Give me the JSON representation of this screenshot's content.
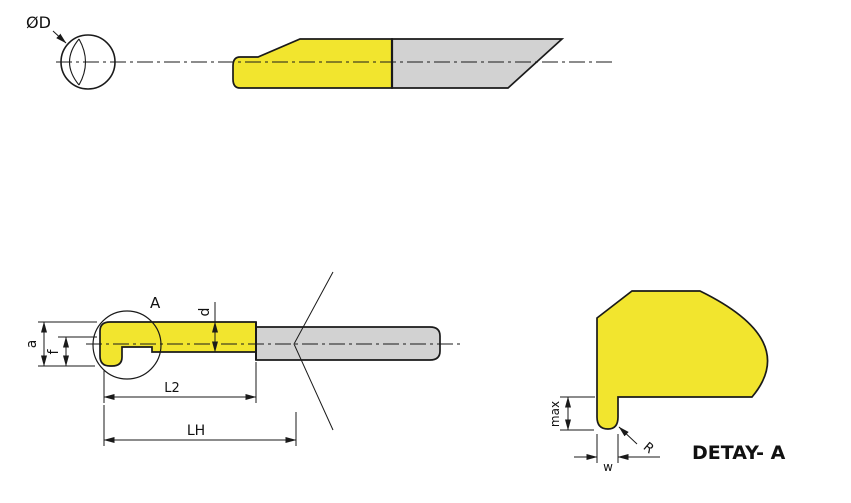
{
  "colors": {
    "tool_yellow": "#F2E52E",
    "shank_gray": "#D2D2D2",
    "line": "#1a1a1a",
    "background": "#ffffff"
  },
  "labels": {
    "diameter": "ØD",
    "detail_ref": "A",
    "dim_d": "d",
    "dim_a": "a",
    "dim_f": "f",
    "dim_l2": "L2",
    "dim_lh": "LH",
    "dim_max": "max",
    "dim_w": "w",
    "dim_r": "R",
    "detail_title": "DETAY- A"
  }
}
